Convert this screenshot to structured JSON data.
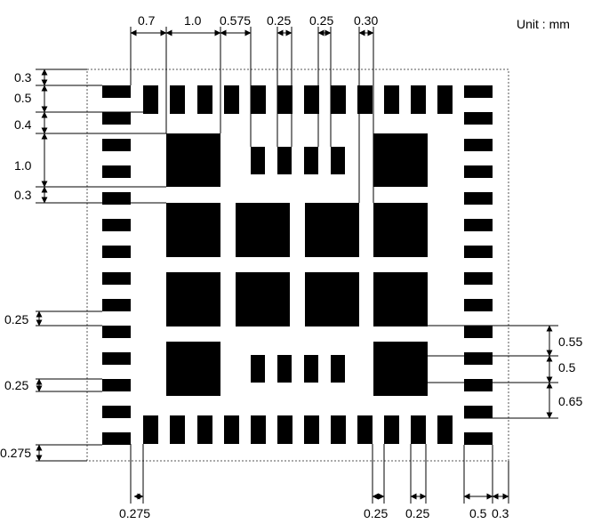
{
  "unit_label": "Unit : mm",
  "top_dimensions": [
    "0.7",
    "1.0",
    "0.575",
    "0.25",
    "0.25",
    "0.30"
  ],
  "left_dimensions": [
    "0.3",
    "0.5",
    "0.4",
    "1.0",
    "0.3",
    "0.25",
    "0.25",
    "0.275"
  ],
  "right_dimensions": [
    "0.55",
    "0.5",
    "0.65"
  ],
  "bottom_dimensions": [
    "0.275",
    "0.25",
    "0.25",
    "0.5",
    "0.3"
  ]
}
